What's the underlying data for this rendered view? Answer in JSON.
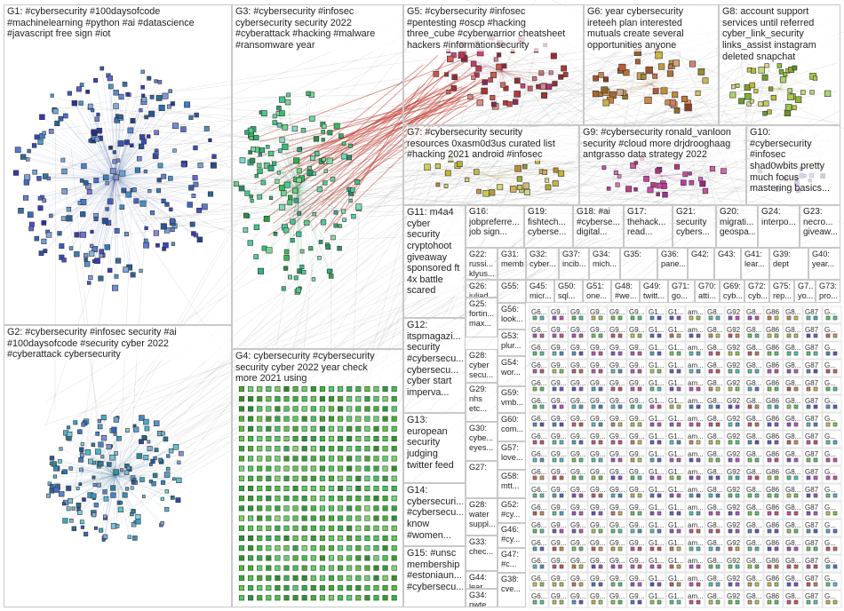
{
  "groups": [
    {
      "id": "G1",
      "text": "G1: #cybersecurity #100daysofcode\n#machinelearning #python #ai #datascience\n#javascript free sign #iot",
      "hue": 222
    },
    {
      "id": "G2",
      "text": "G2: #cybersecurity #infosec security #ai\n#100daysofcode #security cyber 2022\n#cyberattack cybersecurity",
      "hue": 205
    },
    {
      "id": "G3",
      "text": "G3: #cybersecurity #infosec\ncybersecurity security 2022\n#cyberattack #hacking #malware\n#ransomware year",
      "hue": 150
    },
    {
      "id": "G4",
      "text": "G4: cybersecurity #cybersecurity\nsecurity cyber 2022 year check\nmore 2021 using",
      "hue": 120
    },
    {
      "id": "G5",
      "text": "G5: #cybersecurity #infosec\n#pentesting #oscp #hacking\nthree_cube #cyberwarrior cheatsheet\nhackers #informationsecurity",
      "hue": 350
    },
    {
      "id": "G6",
      "text": "G6: year cybersecurity\nireteeh plan interested\nmutuals create several\nopportunities anyone",
      "hue": 32
    },
    {
      "id": "G8",
      "text": "G8: account support\nservices until referred\ncyber_link_security\nlinks_assist instagram\ndeleted snapchat",
      "hue": 75
    },
    {
      "id": "G7",
      "text": "G7: #cybersecurity security\nresources 0xasm0d3us curated list\n#hacking 2021 android #infosec",
      "hue": 48
    },
    {
      "id": "G9",
      "text": "G9: #cybersecurity ronald_vanloon\nsecurity #cloud more drjdrooghaag\nantgrasso data strategy 2022",
      "hue": 318
    },
    {
      "id": "G10",
      "text": "G10:\n#cybersecurity\n#infosec\nshad0wbits pretty\nmuch focus\nmastering basics...",
      "hue": 270
    },
    {
      "id": "G11",
      "text": "G11: m4a4\ncyber\nsecurity\ncryptohoot\ngiveaway\nsponsored ft\n4x battle\nscared",
      "hue": 0
    },
    {
      "id": "G12",
      "text": "G12:\nitspmagazi...\nsecurity\n#cybersecu...\ncybersecu...\ncyber start\nimperva...",
      "hue": 180
    },
    {
      "id": "G13",
      "text": "G13:\neuropean\nsecurity\njudging\ntwitter feed",
      "hue": 200
    },
    {
      "id": "G14",
      "text": "G14:\ncybersecuri...\n#cybersecu...\nknow\n#women...",
      "hue": 210
    },
    {
      "id": "G15",
      "text": "G15: #unsc\nmembership\n#estoniaun...\n#cybersecu...",
      "hue": 230
    },
    {
      "id": "G16",
      "text": "G16:\njobpreferre...\njob sign...",
      "hue": 290
    },
    {
      "id": "G19",
      "text": "G19:\nfishtech...\ncyberse...",
      "hue": 100
    },
    {
      "id": "G18",
      "text": "G18: #ai\n#cyberse...\ndigital...",
      "hue": 340
    },
    {
      "id": "G17",
      "text": "G17:\nthehack...\nread...",
      "hue": 60
    },
    {
      "id": "G21",
      "text": "G21:\nsecurity\ncybers...",
      "hue": 20
    },
    {
      "id": "G20",
      "text": "G20:\nmigrati...\ngeospa...",
      "hue": 160
    },
    {
      "id": "G24",
      "text": "G24:\ninterpo...",
      "hue": 260
    },
    {
      "id": "G23",
      "text": "G23:\nnecro...\ngiveaw...",
      "hue": 10
    }
  ],
  "small_groups": [
    {
      "id": "G22",
      "text": "G22:\nrussi...\nklyus..."
    },
    {
      "id": "G31",
      "text": "G31:\nmemb..."
    },
    {
      "id": "G32",
      "text": "G32:\ncyber..."
    },
    {
      "id": "G37",
      "text": "G37:\nincib..."
    },
    {
      "id": "G34",
      "text": "G34:\nmich..."
    },
    {
      "id": "G35",
      "text": "G35:"
    },
    {
      "id": "G36",
      "text": "G36:\npane..."
    },
    {
      "id": "G42",
      "text": "G42:"
    },
    {
      "id": "G43",
      "text": "G43:"
    },
    {
      "id": "G41",
      "text": "G41:\nlear..."
    },
    {
      "id": "G39",
      "text": "G39:\ndept"
    },
    {
      "id": "G40",
      "text": "G40:\nyear..."
    },
    {
      "id": "G26",
      "text": "G26:\njuliad..."
    },
    {
      "id": "G55",
      "text": "G55:"
    },
    {
      "id": "G45",
      "text": "G45:\nmicr..."
    },
    {
      "id": "G50",
      "text": "G50:\nsql..."
    },
    {
      "id": "G51",
      "text": "G51:\none..."
    },
    {
      "id": "G48",
      "text": "G48:\n#we..."
    },
    {
      "id": "G49",
      "text": "G49:\ntwitt..."
    },
    {
      "id": "G71",
      "text": "G71:\ngo..."
    },
    {
      "id": "G70",
      "text": "G70:\natti..."
    },
    {
      "id": "G69",
      "text": "G69:\ncyb..."
    },
    {
      "id": "G72",
      "text": "G72:\ncyb..."
    },
    {
      "id": "G75",
      "text": "G75:\nrep..."
    },
    {
      "id": "G7b",
      "text": "G7...\nyo..."
    },
    {
      "id": "G73",
      "text": "G73:\npro..."
    },
    {
      "id": "G25",
      "text": "G25:\nfortin...\nmax..."
    },
    {
      "id": "G56",
      "text": "G56:\nlook..."
    },
    {
      "id": "G53",
      "text": "G53:\nplur..."
    },
    {
      "id": "G28",
      "text": "G28:\ncyber\nsecu..."
    },
    {
      "id": "G54",
      "text": "G54:\nwor..."
    },
    {
      "id": "G29",
      "text": "G29:\nnhs\netc..."
    },
    {
      "id": "G59",
      "text": "G59:\nvmb..."
    },
    {
      "id": "G30",
      "text": "G30:\ncybe...\neyes..."
    },
    {
      "id": "G60",
      "text": "G60:\ncom..."
    },
    {
      "id": "G57",
      "text": "G57:\nlove..."
    },
    {
      "id": "G27",
      "text": "G27:"
    },
    {
      "id": "G58",
      "text": "G58:\nmtt..."
    },
    {
      "id": "G28b",
      "text": "G28:\nwater\nsuppl..."
    },
    {
      "id": "G52",
      "text": "G52:\n#cy..."
    },
    {
      "id": "G46",
      "text": "G46:\n#cy..."
    },
    {
      "id": "G33",
      "text": "G33:\nchec..."
    },
    {
      "id": "G47",
      "text": "G47:\n#c..."
    },
    {
      "id": "G38",
      "text": "G38:\ncve..."
    },
    {
      "id": "G44",
      "text": "G44:\nlear..."
    },
    {
      "id": "G34b",
      "text": "G34:\npwte..."
    }
  ],
  "grid_labels": [
    "G6...",
    "G9...",
    "G9...",
    "G9...",
    "G9...",
    "G9...",
    "G1...",
    "G1...",
    "am...",
    "G8...",
    "G92",
    "G8...",
    "G86",
    "G8...",
    "G87",
    "G..."
  ]
}
